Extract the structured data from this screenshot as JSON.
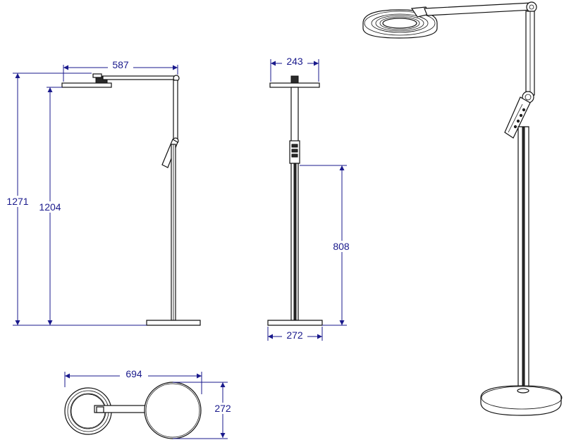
{
  "dimensions": {
    "side_arm_width": "587",
    "side_total_height": "1271",
    "side_head_height": "1204",
    "front_head_width": "243",
    "front_pole_height": "808",
    "front_base_width": "272",
    "top_length": "694",
    "top_width": "272"
  },
  "colors": {
    "dimension": "#1a1a8c",
    "outline": "#111111"
  }
}
